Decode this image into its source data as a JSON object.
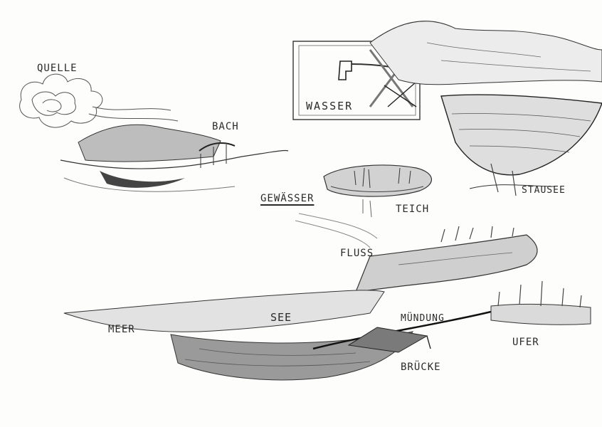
{
  "sketch": {
    "labels": {
      "quelle": "QUELLE",
      "bach": "BACH",
      "wasser": "WASSER",
      "gewaesser": "GEWÄSSER",
      "teich": "TEICH",
      "stausee": "STAUSEE",
      "fluss": "FLUSS",
      "meer": "MEER",
      "see": "SEE",
      "muendung": "MÜNDUNG",
      "ufer": "UFER",
      "bruecke": "BRÜCKE"
    },
    "colors": {
      "paper": "#fdfdfc",
      "pencil": "#2a2a2a",
      "shade": "#6d6d6d",
      "light_shade": "#b4b4b4"
    }
  }
}
